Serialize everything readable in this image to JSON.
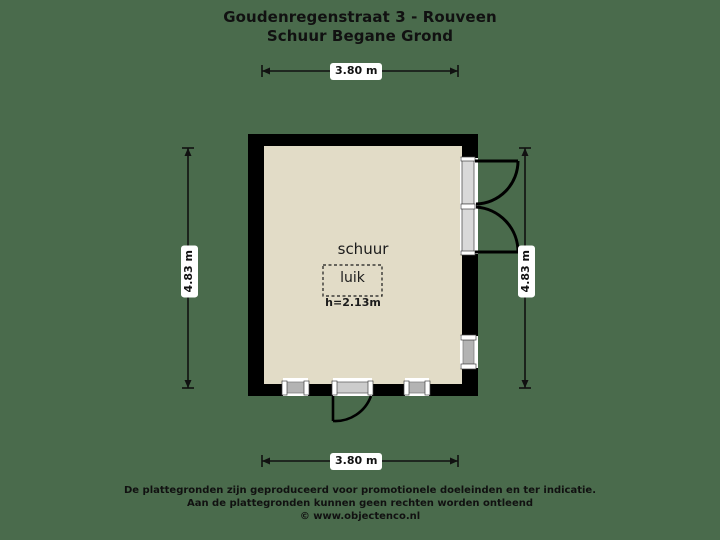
{
  "page": {
    "background_color": "#4a6b4c",
    "ink_color": "#111111"
  },
  "header": {
    "title_line1": "Goudenregenstraat 3 - Rouveen",
    "title_line2": "Schuur Begane Grond"
  },
  "footer": {
    "line1": "De plattegronden zijn geproduceerd voor promotionele doeleinden en ter indicatie.",
    "line2": "Aan de plattegronden kunnen geen rechten worden ontleend",
    "line3": "© www.objectenco.nl"
  },
  "floorplan": {
    "wall_color": "#000000",
    "floor_color": "#e2dcc7",
    "window_frame_color": "#ffffff",
    "window_glass_color": "#b3b3b3",
    "rooms": [
      {
        "name": "schuur",
        "label": "schuur",
        "height_label": "h=2.13m",
        "feature_label": "luik"
      }
    ]
  },
  "dimensions": {
    "top": {
      "label": "3.80 m",
      "orientation": "horizontal"
    },
    "bottom": {
      "label": "3.80 m",
      "orientation": "horizontal"
    },
    "left": {
      "label": "4.83 m",
      "orientation": "vertical"
    },
    "right": {
      "label": "4.83 m",
      "orientation": "vertical"
    }
  }
}
